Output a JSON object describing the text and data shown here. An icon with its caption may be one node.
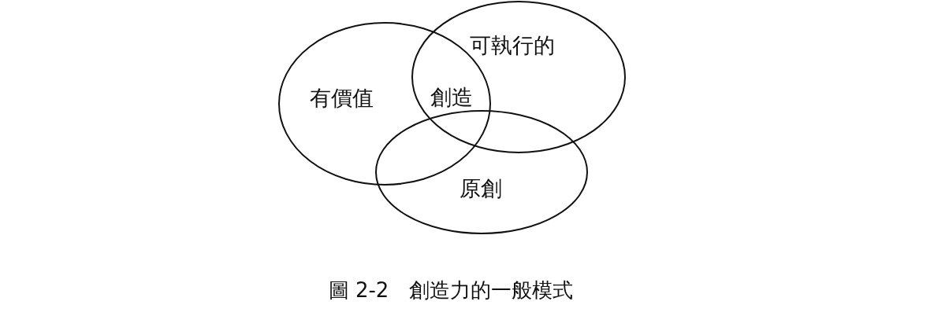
{
  "diagram": {
    "caption": "圖 2-2　創造力的一般模式",
    "nodes": [
      {
        "text": [
          "有價值"
        ]
      },
      {
        "text": [
          "可執行的"
        ]
      },
      {
        "text": [
          "原創"
        ]
      }
    ],
    "labels": [
      "創造"
    ]
  }
}
